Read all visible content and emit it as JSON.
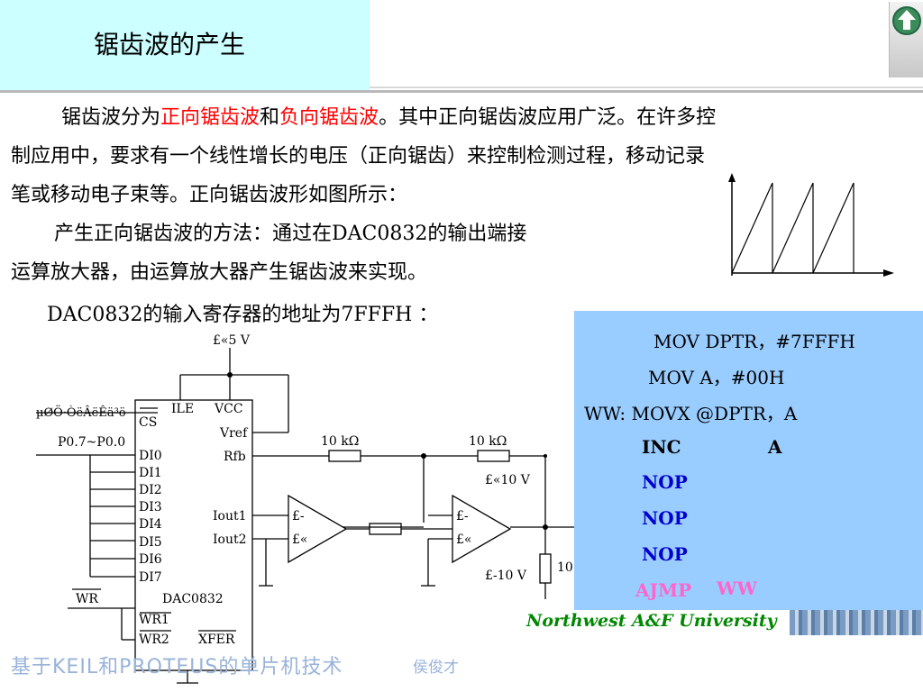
{
  "title": "锯齿波的产生",
  "paragraph1": {
    "line1_a": "锯齿波分为",
    "line1_red1": "正向锯齿波",
    "line1_b": "和",
    "line1_red2": "负向锯齿波",
    "line1_c": "。其中正向锯齿波应用广泛。在许多控",
    "line2": "制应用中，要求有一个线性增长的电压（正向锯齿）来控制检测过程，移动记录",
    "line3": "笔或移动电子束等。正向锯齿波形如图所示："
  },
  "paragraph2": {
    "line1": "产生正向锯齿波的方法：通过在DAC0832的输出端接",
    "line2": "运算放大器，由运算放大器产生锯齿波来实现。"
  },
  "address_line": "DAC0832的输入寄存器的地址为7FFFH ：",
  "circuit": {
    "vplus5": "£«5 V",
    "addr_decode": "µØÖ·ÒëÂëÊä³ö",
    "cs": "CS",
    "ile": "ILE",
    "vcc": "VCC",
    "vref": "Vref",
    "rfb": "Rfb",
    "port": "P0.7~P0.0",
    "di": [
      "DI0",
      "DI1",
      "DI2",
      "DI3",
      "DI4",
      "DI5",
      "DI6",
      "DI7"
    ],
    "iout1": "Iout1",
    "iout2": "Iout2",
    "wr": "WR",
    "chip": "DAC0832",
    "wr1": "WR1",
    "wr2": "WR2",
    "xfer": "XFER",
    "r1": "10 kΩ",
    "r2": "10 kΩ",
    "vplus10": "£«10 V",
    "vminus10": "£-10 V",
    "r3": "10",
    "opamp_minus": "£-",
    "opamp_plus": "£«"
  },
  "code": {
    "l1": "MOV   DPTR，#7FFFH",
    "l2": "MOV   A，#00H",
    "l3": "WW:  MOVX   @DPTR，A",
    "l4a": "INC",
    "l4b": "A",
    "l5": "NOP",
    "l6": "NOP",
    "l7": "NOP",
    "l8a": "AJMP",
    "l8b": "WW"
  },
  "university": "Northwest  A&F  University",
  "footer": "基于KEIL和PROTEUS的单片机技术",
  "author": "侯俊才",
  "colors": {
    "title_bg": "#ccffff",
    "code_bg": "#99ccff",
    "highlight": "#ff0000",
    "footer_text": "#99b3d9"
  },
  "icons": {
    "home": "home-arrow-icon"
  }
}
